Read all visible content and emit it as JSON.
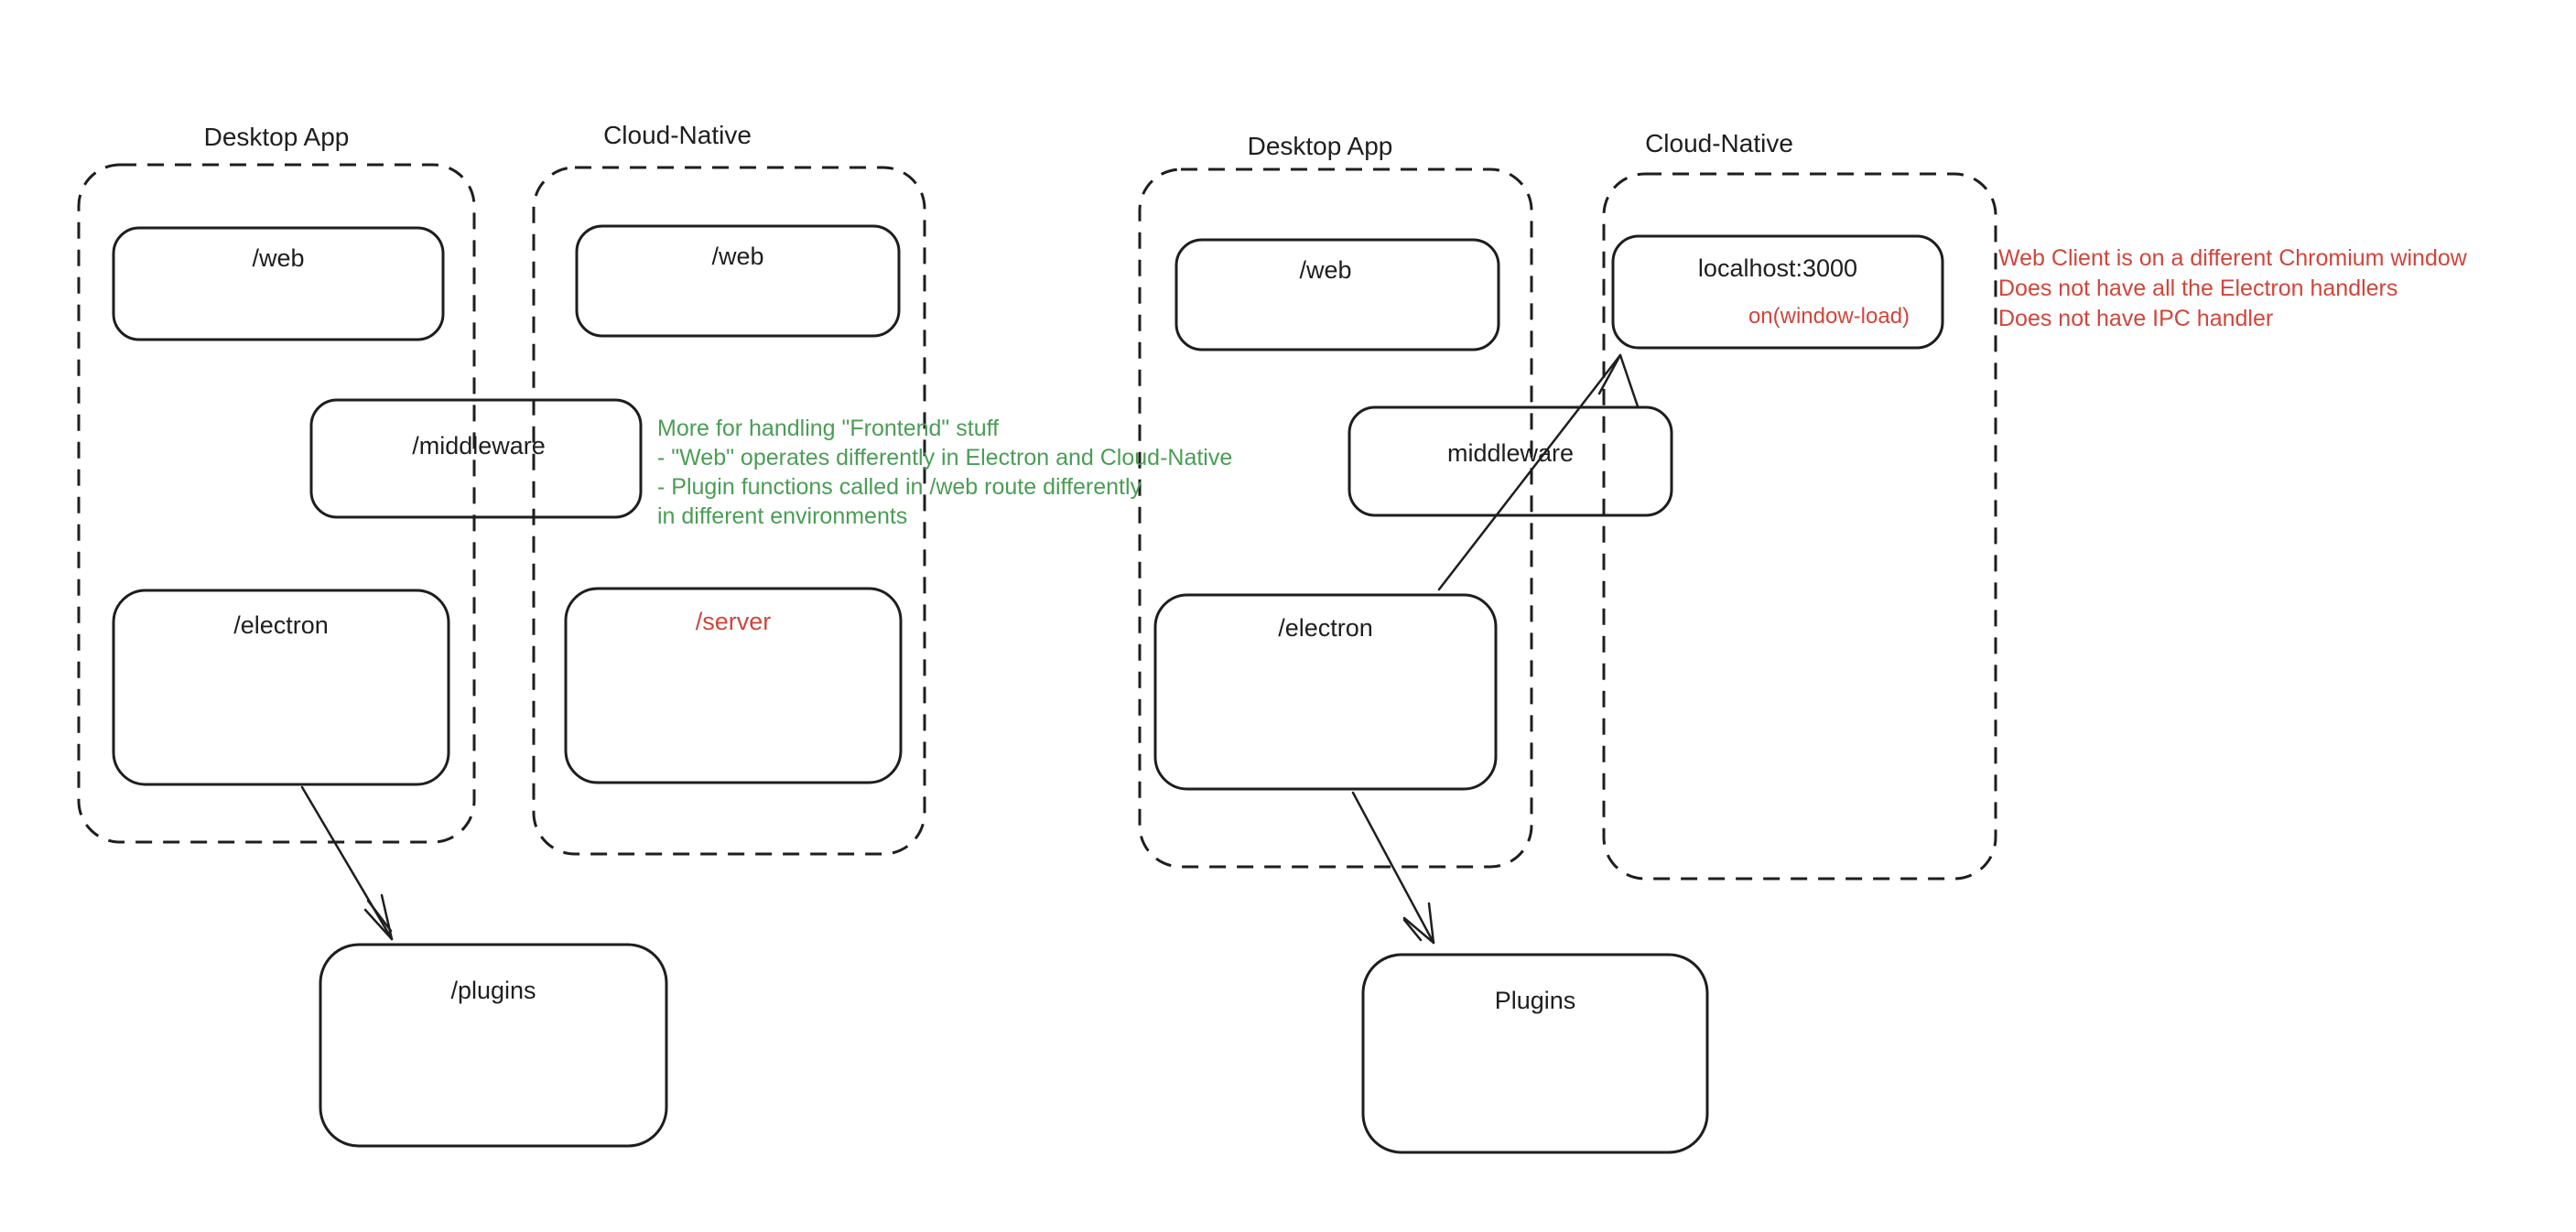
{
  "colors": {
    "stroke": "#1e1e1e",
    "green": "#4a9d55",
    "red": "#d1453b",
    "background": "#ffffff"
  },
  "left_diagram": {
    "desktop": {
      "title": "Desktop App",
      "web_label": "/web",
      "electron_label": "/electron"
    },
    "cloud": {
      "title": "Cloud-Native",
      "web_label": "/web",
      "server_label": "/server"
    },
    "middleware_label": "/middleware",
    "plugins_label": "/plugins",
    "note_green": {
      "lines": [
        "More for handling \"Frontend\" stuff",
        "- \"Web\" operates differently in Electron and Cloud-Native",
        "- Plugin functions called in /web route differently",
        "in different environments"
      ]
    }
  },
  "right_diagram": {
    "desktop": {
      "title": "Desktop App",
      "web_label": "/web",
      "electron_label": "/electron"
    },
    "cloud": {
      "title": "Cloud-Native",
      "localhost_label": "localhost:3000",
      "window_load_label": "on(window-load)"
    },
    "middleware_label": "middleware",
    "plugins_label": "Plugins",
    "note_red": {
      "lines": [
        "Web Client is on a different Chromium window",
        "Does not have all the Electron handlers",
        "Does not have IPC handler"
      ]
    }
  }
}
